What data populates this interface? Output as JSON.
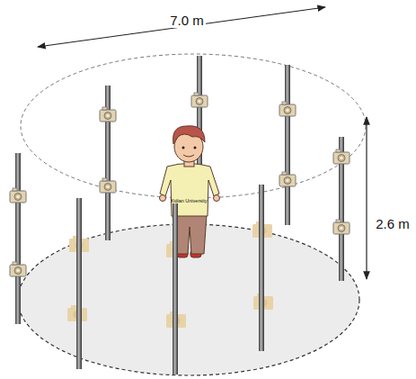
{
  "diagram": {
    "labels": [
      "7.0 m",
      "2.6 m",
      "Xidian University"
    ]
  }
}
